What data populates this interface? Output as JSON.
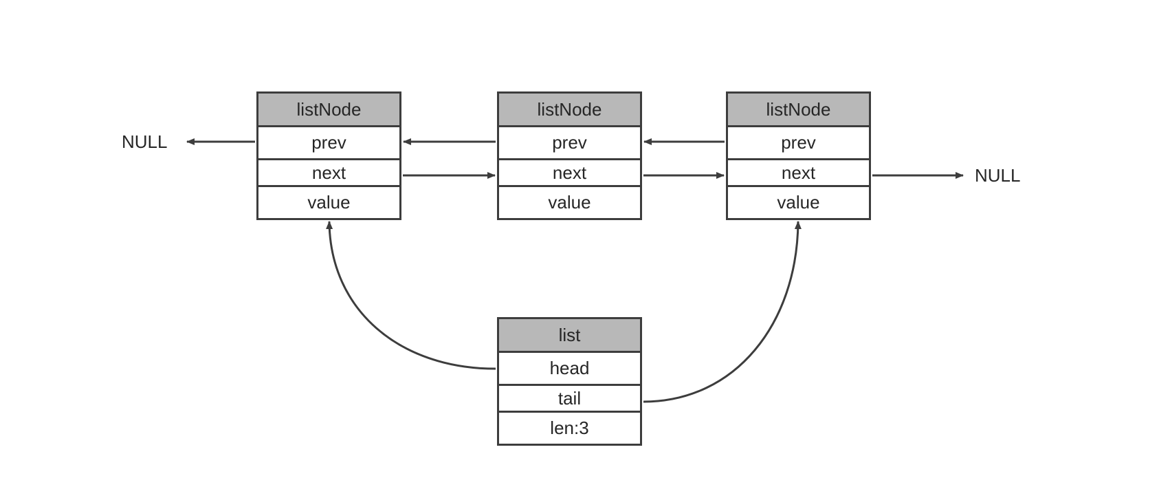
{
  "nodes": [
    {
      "title": "listNode",
      "fields": [
        "prev",
        "next",
        "value"
      ]
    },
    {
      "title": "listNode",
      "fields": [
        "prev",
        "next",
        "value"
      ]
    },
    {
      "title": "listNode",
      "fields": [
        "prev",
        "next",
        "value"
      ]
    }
  ],
  "list": {
    "title": "list",
    "fields": [
      "head",
      "tail",
      "len:3"
    ]
  },
  "null_left": "NULL",
  "null_right": "NULL",
  "colors": {
    "header_fill": "#b8b8b8",
    "stroke": "#3d3d3d",
    "text": "#262626"
  }
}
